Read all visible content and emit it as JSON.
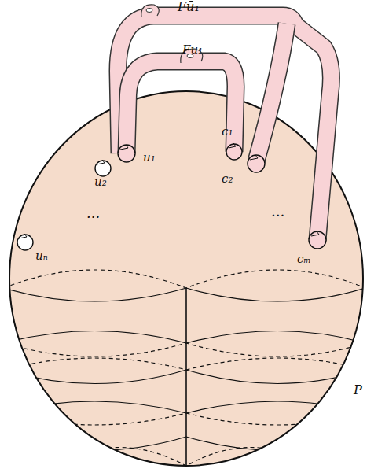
{
  "diagram": {
    "labels": [
      "Fū₁",
      "Fu₁",
      "u₁",
      "c₁",
      "u₂",
      "c₂",
      "...",
      "...",
      "uₙ",
      "cₘ",
      "P"
    ]
  }
}
